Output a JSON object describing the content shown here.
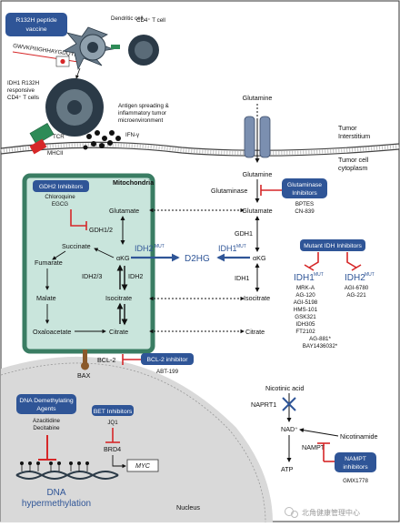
{
  "colors": {
    "pill": "#2f5597",
    "inhibitor": "#d62728",
    "mito_fill": "#c9e5dc",
    "mito_border": "#3a7d63",
    "idh_blue": "#2f5597",
    "nucleus": "#d9d9d9"
  },
  "top": {
    "vaccine_pill": [
      "R132H peptide",
      "vaccine"
    ],
    "peptide_seq": "GWVKPIIIGHHAYGDQYRAT",
    "dendritic_cell": "Dendritic cell",
    "cd4_cell": "CD4⁺ T cell",
    "responsive_cells": [
      "IDH1 R132H",
      "responsive",
      "CD4⁺ T cells"
    ],
    "antigen_text": [
      "Antigen spreading &",
      "inflammatory tumor",
      "microenvironment"
    ],
    "tcr": "TCR",
    "mhcii": "MHCII",
    "ifn": "IFN-γ",
    "glutamine_top": "Glutamine",
    "tumor_interstitium": [
      "Tumor",
      "Interstitium"
    ],
    "tumor_cytoplasm": [
      "Tumor cell",
      "cytoplasm"
    ]
  },
  "mito": {
    "title": "Mitochondria",
    "gdh2_pill": "GDH2 Inhibitors",
    "gdh2_drugs": [
      "Chloroquine",
      "EGCG"
    ],
    "glutamate": "Glutamate",
    "gdh12": "GDH1/2",
    "succinate": "Succinate",
    "akg": "αKG",
    "fumarate": "Fumarate",
    "idh23": "IDH2/3",
    "idh2": "IDH2",
    "malate": "Malate",
    "isocitrate": "Isocitrate",
    "oxaloacetate": "Oxaloacetate",
    "citrate": "Citrate",
    "idh2mut": "IDH2",
    "mut_sup": "MUT"
  },
  "center": {
    "d2hg": "D2HG",
    "idh1mut": "IDH1",
    "mut_sup": "MUT"
  },
  "cyto": {
    "glutamine": "Glutamine",
    "glutaminase": "Glutaminase",
    "glutaminase_pill": [
      "Glutaminase",
      "Inhibitors"
    ],
    "glutaminase_drugs": [
      "BPTES",
      "CN-839"
    ],
    "glutamate": "Glutamate",
    "gdh1": "GDH1",
    "akg": "αKG",
    "idh1": "IDH1",
    "isocitrate": "Isocitrate",
    "citrate": "Citrate"
  },
  "mutidh": {
    "pill": "Mutant IDH Inhibitors",
    "idh1": "IDH1",
    "idh2": "IDH2",
    "mut_sup": "MUT",
    "idh1_drugs": [
      "MRK-A",
      "AG-120",
      "AGI-5198",
      "HMS-101",
      "GSK321",
      "IDH305",
      "FT2102"
    ],
    "idh2_drugs": [
      "AGI-6780",
      "AG-221"
    ],
    "pan_drugs": [
      "AG-881*",
      "BAY1436032*"
    ]
  },
  "bcl": {
    "bcl2": "BCL-2",
    "bax": "BAX",
    "pill": "BCL-2 inhibitor",
    "drug": "ABT-199"
  },
  "nucleus": {
    "dna_pill": [
      "DNA Demethylating",
      "Agents"
    ],
    "dna_drugs": [
      "Azacitidine",
      "Decitabine"
    ],
    "bet_pill": "BET Inhibitors",
    "bet_drug": "JQ1",
    "brd4": "BRD4",
    "myc": "MYC",
    "dna_title": [
      "DNA",
      "hypermethylation"
    ],
    "nucleus_label": "Nucleus"
  },
  "nad": {
    "nicotinic_acid": "Nicotinic acid",
    "naprt1": "NAPRT1",
    "nad": "NAD⁺",
    "nicotinamide": "Nicotinamide",
    "nampt": "NAMPT",
    "atp": "ATP",
    "pill": [
      "NAMPT",
      "inhibitors"
    ],
    "drug": "GMX1778"
  },
  "watermark": "北角健康管理中心"
}
